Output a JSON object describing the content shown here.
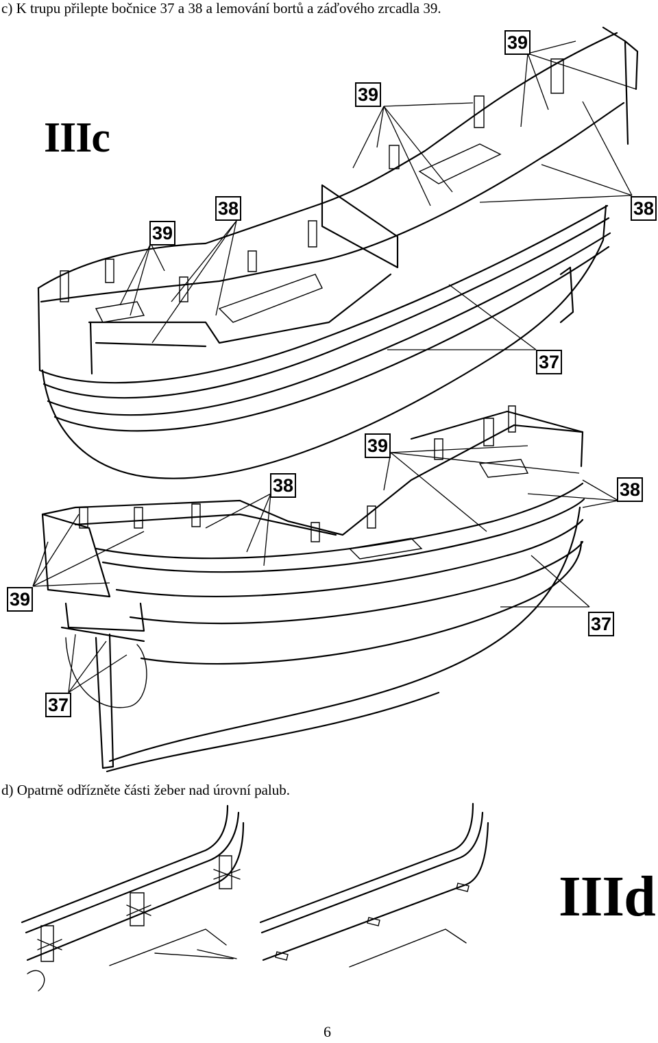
{
  "captions": {
    "c": "c) K trupu přilepte bočnice 37 a 38 a lemování bortů a záďového zrcadla 39.",
    "d": "d) Opatrně odřízněte části žeber nad úrovní palub."
  },
  "figure_labels": {
    "c": "IIIc",
    "d": "IIId"
  },
  "part_numbers": {
    "p37": "37",
    "p38": "38",
    "p39": "39"
  },
  "page_number": "6"
}
